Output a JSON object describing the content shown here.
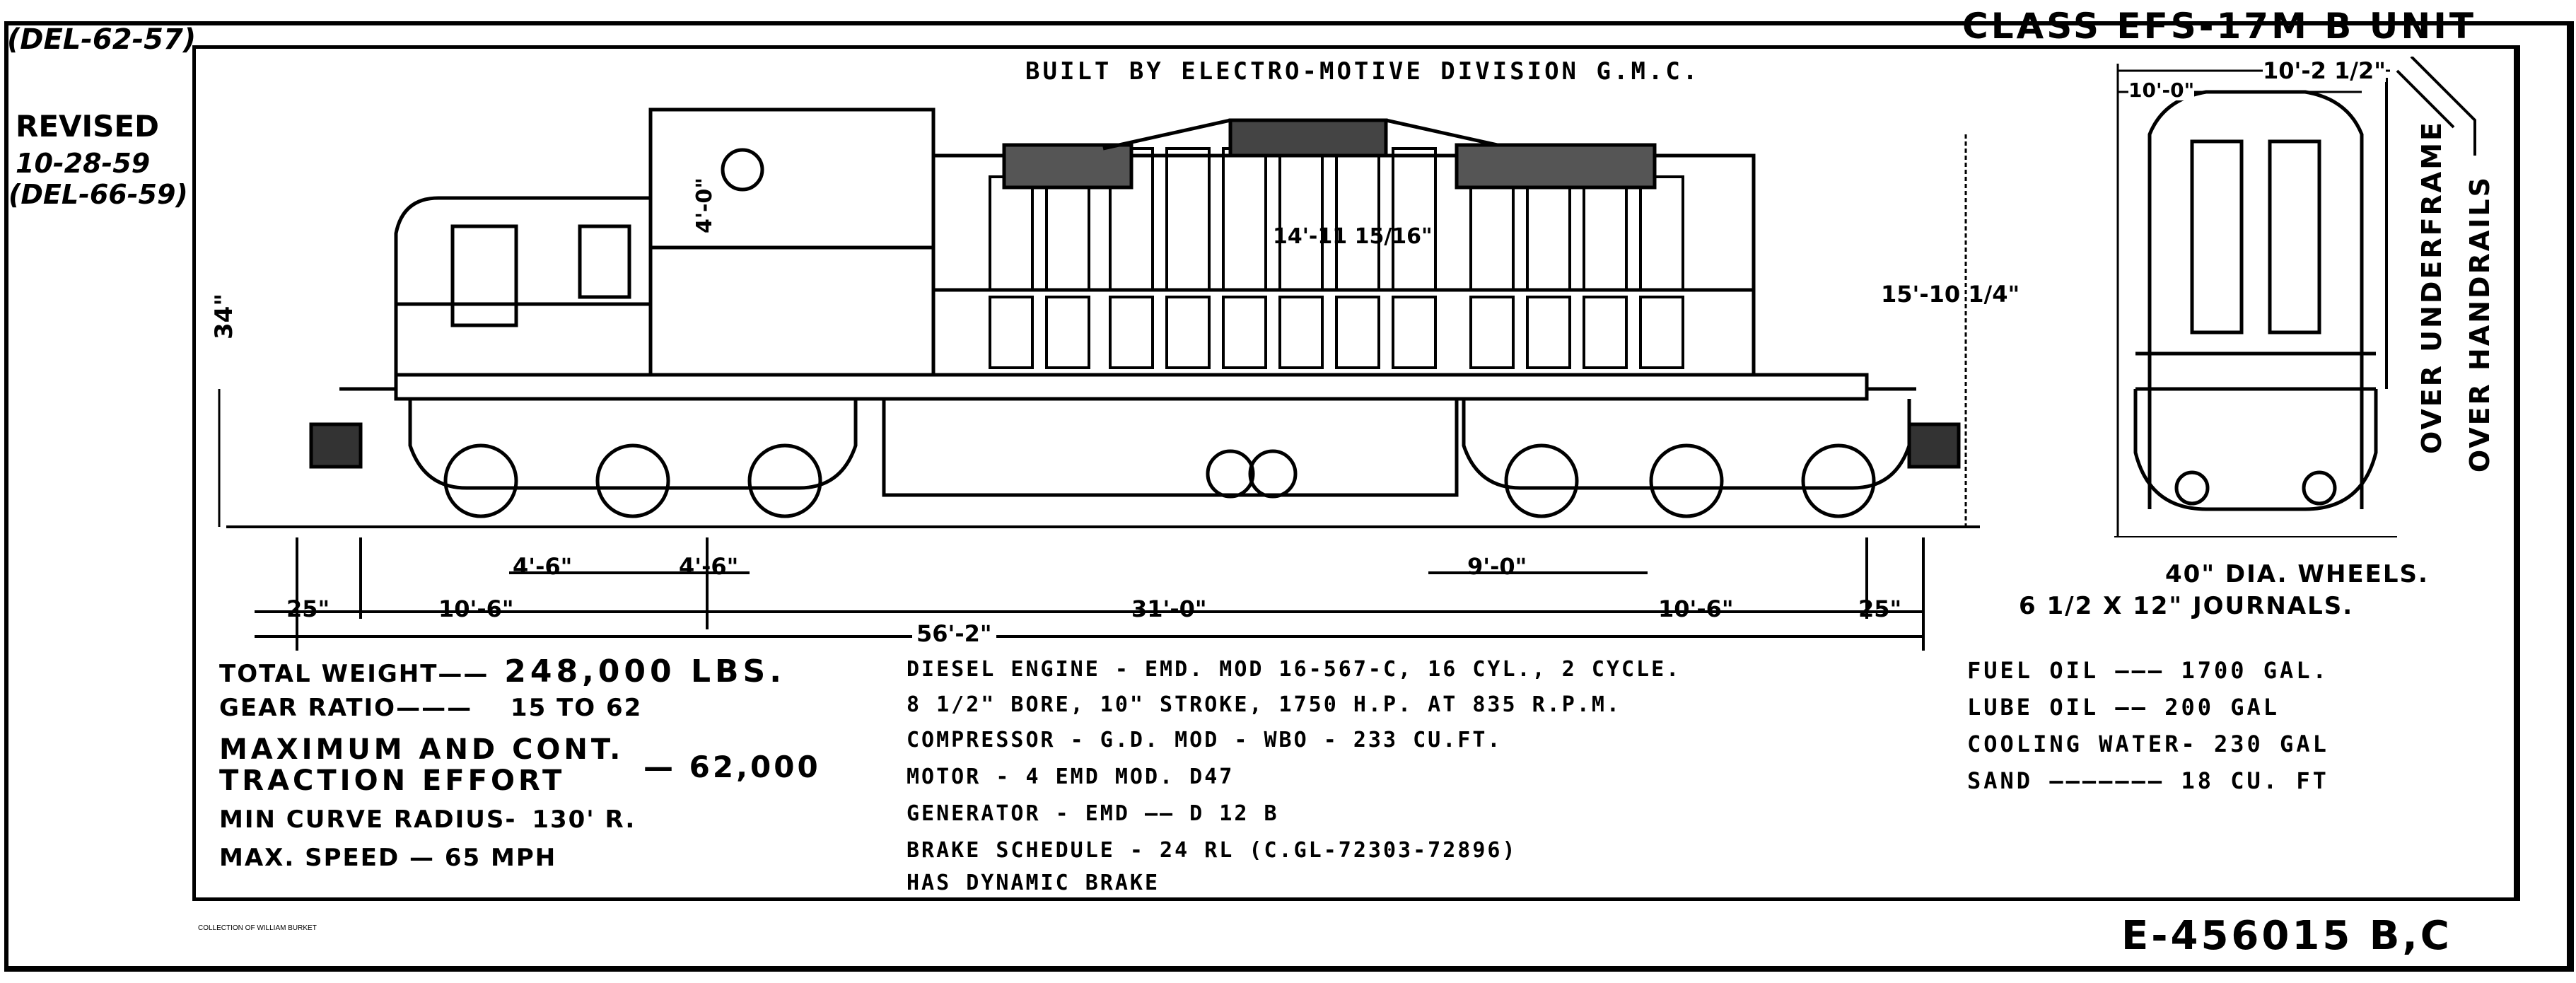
{
  "header": {
    "class_title": "CLASS EFS-17M  B UNIT",
    "builder": "BUILT BY ELECTRO-MOTIVE DIVISION  G.M.C."
  },
  "revision_notes": {
    "top": "(DEL-62-57)",
    "revised_label": "REVISED",
    "revised_date": "10-28-59",
    "revised_ref": "(DEL-66-59)"
  },
  "side_view_dimensions": {
    "coupler_height": "34\"",
    "cab_height": "4'-0\"",
    "body_height": "14'-11 15/16\"",
    "overall_height": "15'-10 1/4\"",
    "truck_axle_1": "4'-6\"",
    "truck_axle_2": "4'-6\"",
    "rear_truck_wheelbase": "9'-0\"",
    "end_overhang_left": "25\"",
    "end_to_truck_left": "10'-6\"",
    "truck_centers": "31'-0\"",
    "end_to_truck_right": "10'-6\"",
    "end_overhang_right": "25\"",
    "overall_length": "56'-2\""
  },
  "end_view": {
    "width_over_handrails": "10'-2 1/2\"",
    "width_over_underframe": "10'-0\"",
    "label_underframe": "OVER UNDERFRAME",
    "label_handrails": "OVER HANDRAILS",
    "wheels": "40\" DIA. WHEELS.",
    "journals": "6 1/2 X 12\" JOURNALS."
  },
  "specs_left": [
    {
      "label": "TOTAL WEIGHT",
      "value": "248,000 LBS."
    },
    {
      "label": "GEAR RATIO",
      "value": "15 TO 62"
    },
    {
      "label": "MAXIMUM AND CONT.",
      "value": ""
    },
    {
      "label": "TRACTION EFFORT",
      "value": "62,000"
    },
    {
      "label": "MIN CURVE RADIUS-",
      "value": "130' R."
    },
    {
      "label": "MAX. SPEED",
      "value": "65 MPH"
    }
  ],
  "specs_center": [
    "DIESEL ENGINE - EMD. MOD 16-567-C, 16 CYL., 2 CYCLE.",
    "8 1/2\" BORE, 10\" STROKE, 1750 H.P. AT 835 R.P.M.",
    "COMPRESSOR - G.D.  MOD - WBO - 233 CU.FT.",
    "MOTOR - 4 EMD  MOD. D47",
    "GENERATOR - EMD —— D 12 B",
    "BRAKE SCHEDULE - 24 RL (C.GL-72303-72896)",
    "HAS DYNAMIC BRAKE"
  ],
  "specs_right": [
    {
      "label": "FUEL OIL",
      "value": "1700 GAL."
    },
    {
      "label": "LUBE OIL",
      "value": "200 GAL"
    },
    {
      "label": "COOLING WATER-",
      "value": "230 GAL"
    },
    {
      "label": "SAND",
      "value": "18 CU. FT"
    }
  ],
  "footer": {
    "collection": "COLLECTION OF WILLIAM BURKET",
    "drawing_number": "E-456015 B,C"
  }
}
